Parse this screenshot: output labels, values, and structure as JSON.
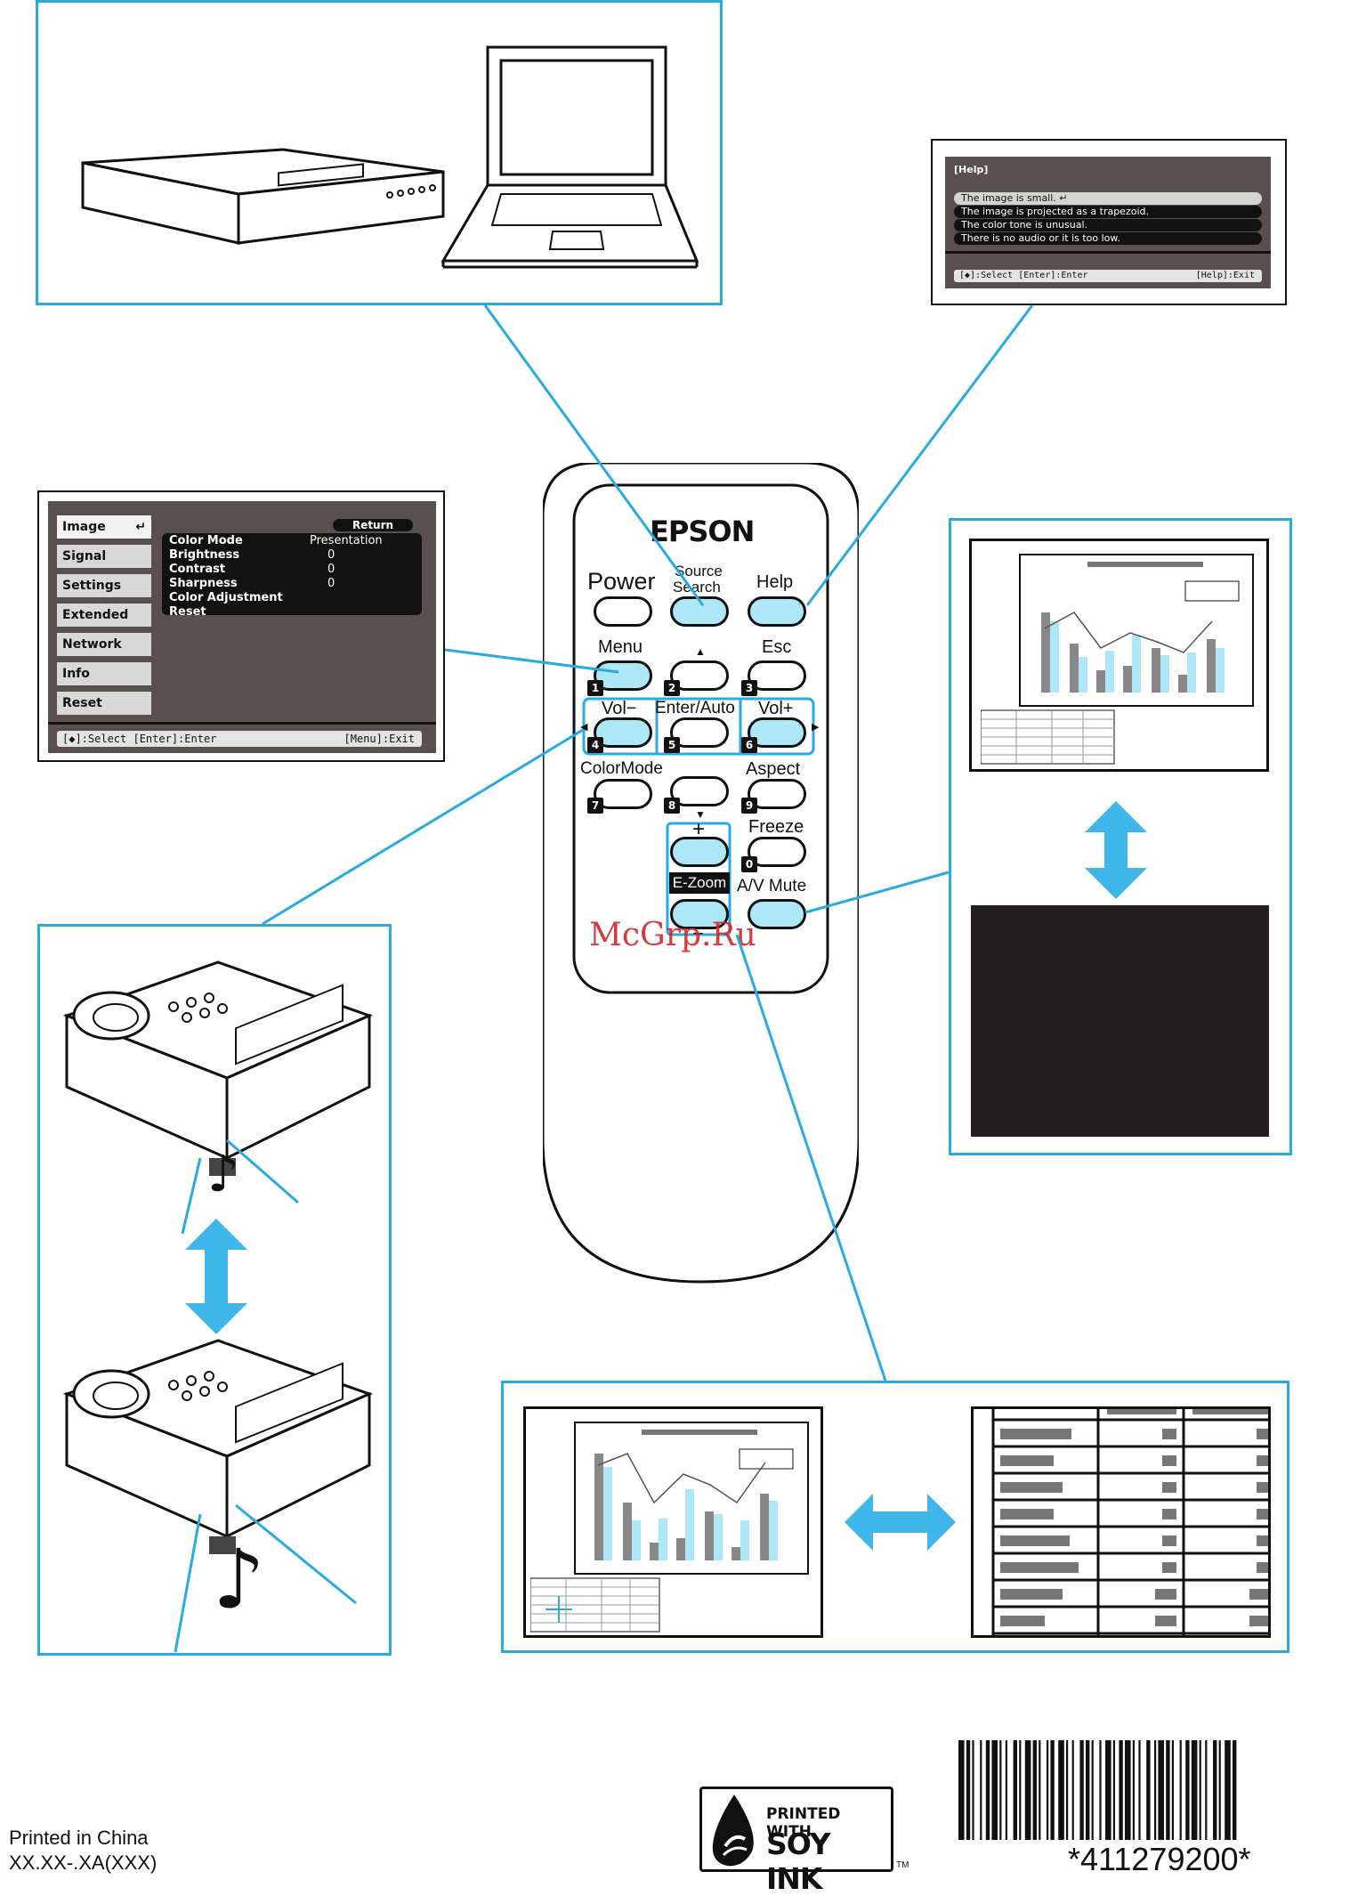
{
  "remote": {
    "brand": "EPSON",
    "buttons": {
      "power": "Power",
      "source_search_line1": "Source",
      "source_search_line2": "Search",
      "help": "Help",
      "menu": "Menu",
      "esc": "Esc",
      "vol_minus": "Vol−",
      "enter_auto": "Enter/Auto",
      "vol_plus": "Vol+",
      "color_mode": "ColorMode",
      "aspect": "Aspect",
      "freeze": "Freeze",
      "e_zoom": "E-Zoom",
      "av_mute": "A/V Mute",
      "plus": "+",
      "minus": "−"
    },
    "numbers": [
      "1",
      "2",
      "3",
      "4",
      "5",
      "6",
      "7",
      "8",
      "9",
      "0"
    ],
    "arrows": {
      "up": "▲",
      "down": "▼",
      "left": "◀",
      "right": "▶"
    }
  },
  "watermark": "McGrp.Ru",
  "help_screen": {
    "title": "[Help]",
    "items": [
      "The image is small.",
      "The image is projected as a trapezoid.",
      "The color tone is unusual.",
      "There is no audio or it is too low."
    ],
    "status_left": "[◆]:Select  [Enter]:Enter",
    "status_right": "[Help]:Exit"
  },
  "menu_screen": {
    "tabs": [
      "Image",
      "Signal",
      "Settings",
      "Extended",
      "Network",
      "Info",
      "Reset"
    ],
    "return_label": "Return",
    "rows": [
      {
        "label": "Color Mode",
        "value": "Presentation"
      },
      {
        "label": "Brightness",
        "value": "0"
      },
      {
        "label": "Contrast",
        "value": "0"
      },
      {
        "label": "Sharpness",
        "value": "0"
      },
      {
        "label": "Color Adjustment",
        "value": ""
      },
      {
        "label": "Reset",
        "value": ""
      }
    ],
    "status_left": "[◆]:Select  [Enter]:Enter",
    "status_right": "[Menu]:Exit"
  },
  "footer": {
    "printed": "Printed in China",
    "code": "XX.XX-.XA(XXX)",
    "soy_line1": "PRINTED WITH",
    "soy_line2": "SOY INK",
    "soy_tm": "TM",
    "barcode_text": "*411279200*"
  },
  "colors": {
    "accent": "#29aae1",
    "button_highlight": "#aee7f7",
    "screen_bg": "#5a4f4f"
  }
}
